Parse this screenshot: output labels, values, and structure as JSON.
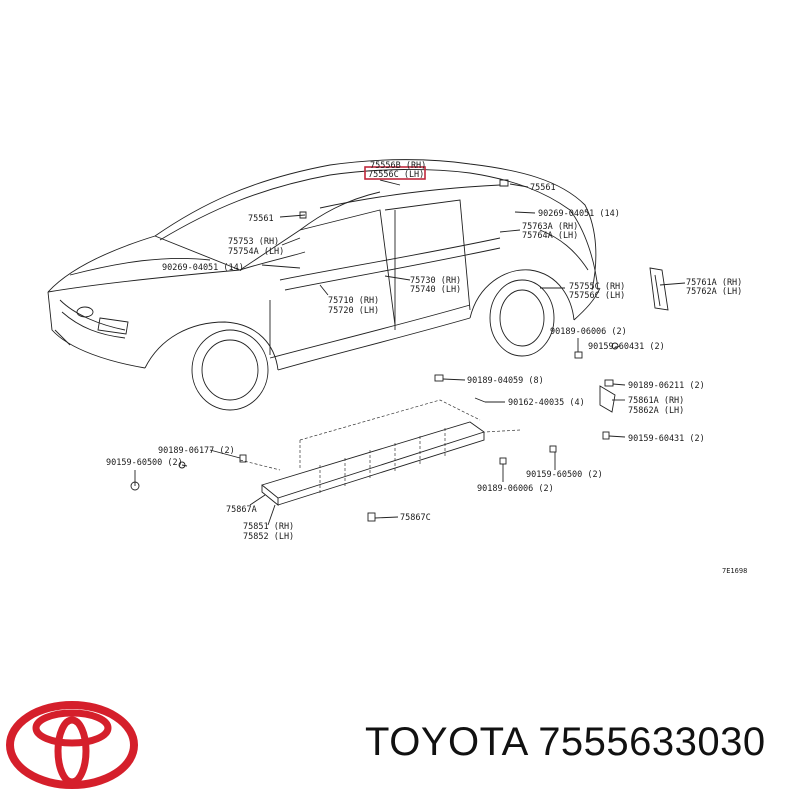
{
  "diagram": {
    "code": "7E1698",
    "parts": [
      {
        "id": "p-75556b",
        "text": "75556B (RH)"
      },
      {
        "id": "p-75556c",
        "text": "75556C (LH)"
      },
      {
        "id": "p-75561-top",
        "text": "75561"
      },
      {
        "id": "p-75561-left",
        "text": "75561"
      },
      {
        "id": "p-90269-r",
        "text": "90269-04051 (14)"
      },
      {
        "id": "p-75753",
        "text": "75753 (RH)"
      },
      {
        "id": "p-75754a",
        "text": "75754A (LH)"
      },
      {
        "id": "p-75763a",
        "text": "75763A (RH)"
      },
      {
        "id": "p-75764a",
        "text": "75764A (LH)"
      },
      {
        "id": "p-90269-l",
        "text": "90269-04051 (14)"
      },
      {
        "id": "p-75730",
        "text": "75730 (RH)"
      },
      {
        "id": "p-75740",
        "text": "75740 (LH)"
      },
      {
        "id": "p-75710",
        "text": "75710 (RH)"
      },
      {
        "id": "p-75720",
        "text": "75720 (LH)"
      },
      {
        "id": "p-75755c",
        "text": "75755C (RH)"
      },
      {
        "id": "p-75756c",
        "text": "75756C (LH)"
      },
      {
        "id": "p-75761a",
        "text": "75761A (RH)"
      },
      {
        "id": "p-75762a",
        "text": "75762A (LH)"
      },
      {
        "id": "p-90189-06006-a",
        "text": "90189-06006 (2)"
      },
      {
        "id": "p-90159-60431-a",
        "text": "90159-60431 (2)"
      },
      {
        "id": "p-90189-04059",
        "text": "90189-04059 (8)"
      },
      {
        "id": "p-90189-06211",
        "text": "90189-06211 (2)"
      },
      {
        "id": "p-90162-40035",
        "text": "90162-40035 (4)"
      },
      {
        "id": "p-75861a",
        "text": "75861A (RH)"
      },
      {
        "id": "p-75862a",
        "text": "75862A (LH)"
      },
      {
        "id": "p-90159-60431-b",
        "text": "90159-60431 (2)"
      },
      {
        "id": "p-90189-06177",
        "text": "90189-06177 (2)"
      },
      {
        "id": "p-90159-60500-a",
        "text": "90159-60500 (2)"
      },
      {
        "id": "p-90159-60500-b",
        "text": "90159-60500 (2)"
      },
      {
        "id": "p-90189-06006-b",
        "text": "90189-06006 (2)"
      },
      {
        "id": "p-75867a",
        "text": "75867A"
      },
      {
        "id": "p-75867c",
        "text": "75867C"
      },
      {
        "id": "p-75851",
        "text": "75851 (RH)"
      },
      {
        "id": "p-75852",
        "text": "75852 (LH)"
      }
    ],
    "highlight": {
      "part": "75556C",
      "color": "#c0283c"
    }
  },
  "footer": {
    "brand": "TOYOTA",
    "part_number": "7555633030",
    "logo_color": "#d51f2b"
  }
}
